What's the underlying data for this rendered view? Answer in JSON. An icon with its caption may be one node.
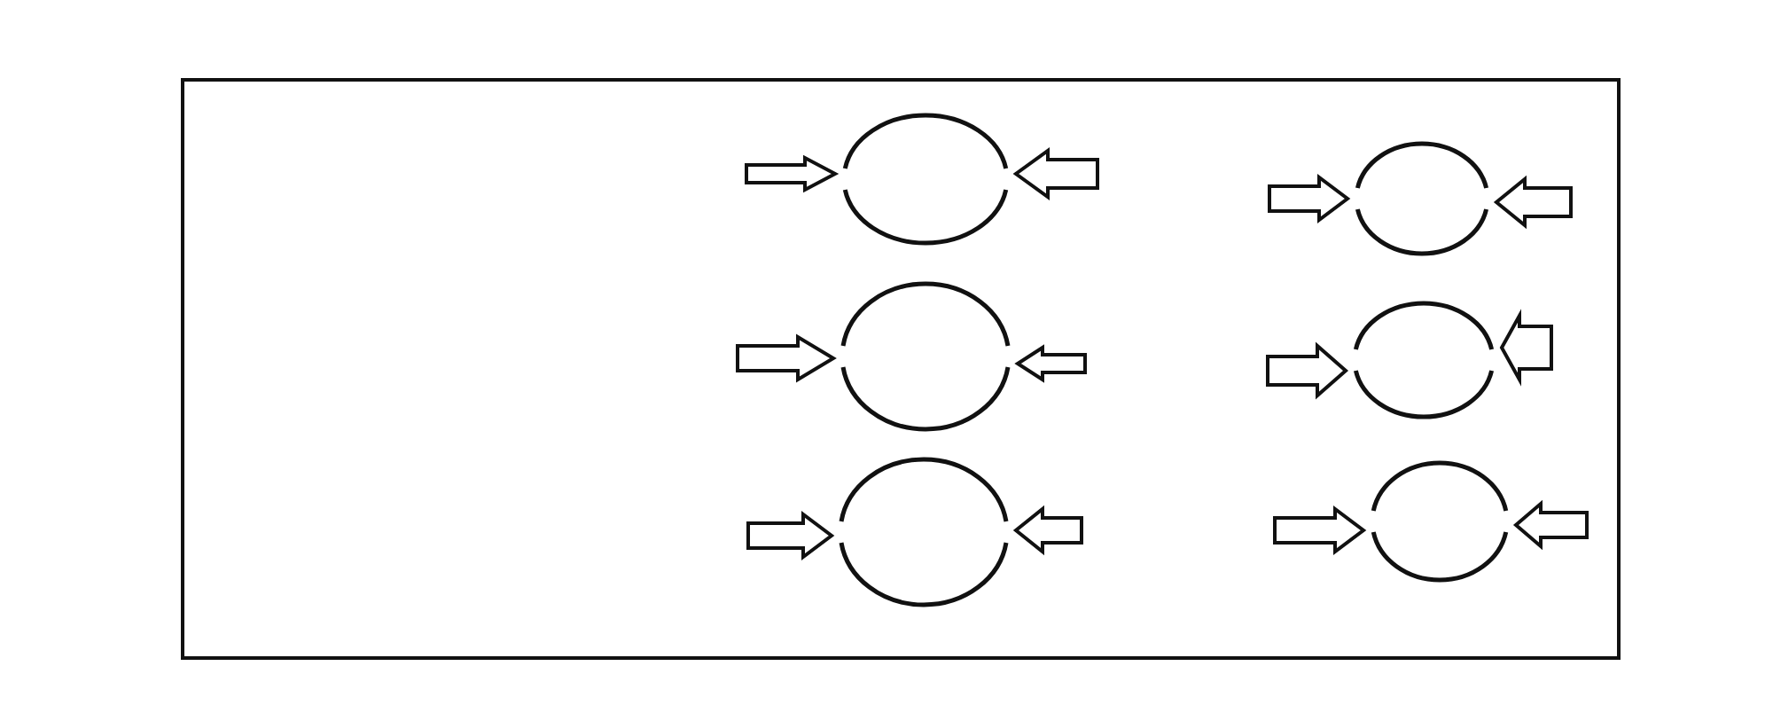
{
  "diagram": {
    "nodes": [
      {
        "text": [],
        "shape": "box"
      },
      {
        "text": [],
        "shape": "circle",
        "in": 0
      },
      {
        "text": [],
        "shape": "circle",
        "in": 0
      },
      {
        "text": [],
        "shape": "circle",
        "in": 0
      },
      {
        "text": [],
        "shape": "circle",
        "in": 0
      },
      {
        "text": [],
        "shape": "circle",
        "in": 0
      },
      {
        "text": [],
        "shape": "circle",
        "in": 0
      }
    ],
    "edges": [
      {
        "from": null,
        "to": 1,
        "arrow": "to"
      },
      {
        "from": null,
        "to": 1,
        "arrow": "to"
      },
      {
        "from": null,
        "to": 4,
        "arrow": "to"
      },
      {
        "from": null,
        "to": 4,
        "arrow": "to"
      },
      {
        "from": null,
        "to": 2,
        "arrow": "to"
      },
      {
        "from": null,
        "to": 2,
        "arrow": "to"
      },
      {
        "from": null,
        "to": 5,
        "arrow": "to"
      },
      {
        "from": null,
        "to": 5,
        "arrow": "to"
      },
      {
        "from": null,
        "to": 3,
        "arrow": "to"
      },
      {
        "from": null,
        "to": 3,
        "arrow": "to"
      },
      {
        "from": null,
        "to": 6,
        "arrow": "to"
      },
      {
        "from": null,
        "to": 6,
        "arrow": "to"
      }
    ]
  }
}
